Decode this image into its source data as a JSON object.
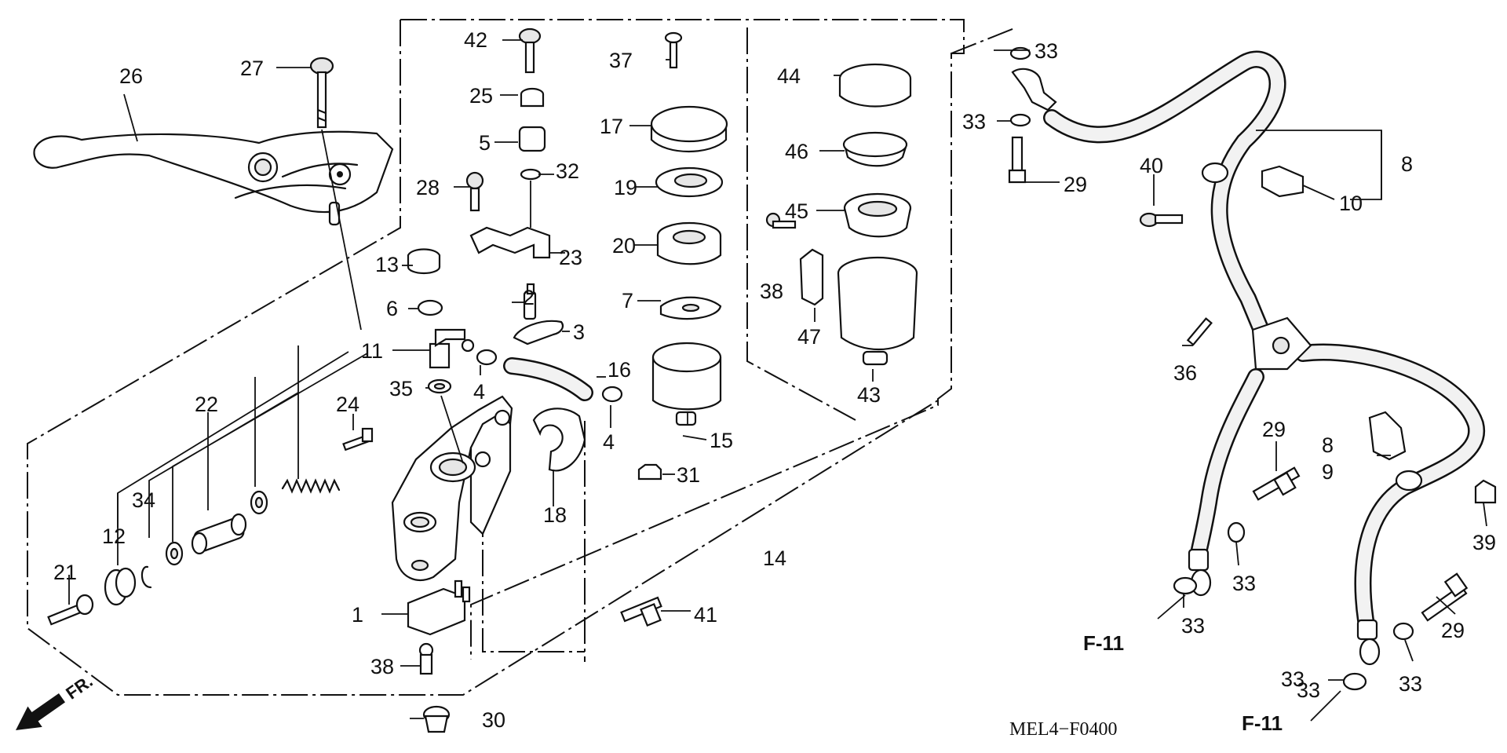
{
  "labels": {
    "p1": "1",
    "p2": "2",
    "p3": "3",
    "p4a": "4",
    "p4b": "4",
    "p5": "5",
    "p6": "6",
    "p7": "7",
    "p8a": "8",
    "p8b": "8",
    "p9": "9",
    "p10": "10",
    "p11": "11",
    "p12": "12",
    "p13": "13",
    "p14": "14",
    "p15": "15",
    "p16": "16",
    "p17": "17",
    "p18": "18",
    "p19": "19",
    "p20": "20",
    "p21": "21",
    "p22": "22",
    "p23": "23",
    "p24": "24",
    "p25": "25",
    "p26": "26",
    "p27": "27",
    "p28": "28",
    "p29a": "29",
    "p29b": "29",
    "p29c": "29",
    "p30": "30",
    "p31": "31",
    "p32": "32",
    "p33a": "33",
    "p33b": "33",
    "p33c": "33",
    "p33d": "33",
    "p33e": "33",
    "p33f": "33",
    "p33g": "33",
    "p34": "34",
    "p35": "35",
    "p36": "36",
    "p37": "37",
    "p38a": "38",
    "p38b": "38",
    "p39": "39",
    "p40": "40",
    "p41": "41",
    "p42": "42",
    "p43": "43",
    "p44": "44",
    "p45": "45",
    "p46": "46",
    "p47": "47"
  },
  "refs": {
    "left": "F-11",
    "right": "F-11"
  },
  "direction": "FR.",
  "diagram_code": "MEL4−F0400"
}
